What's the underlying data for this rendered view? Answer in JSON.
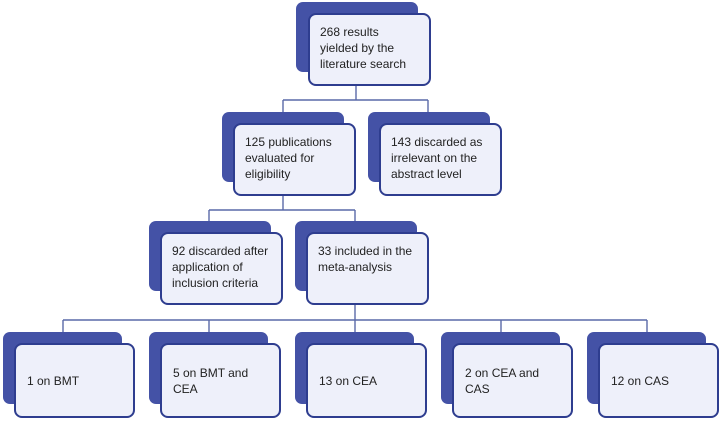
{
  "colors": {
    "shadow": "#4452a6",
    "box_fill": "#eef0fa",
    "box_border": "#2e3d8f",
    "connector": "#5a6aa8"
  },
  "nodes": {
    "search_results": "268 results yielded by the literature search",
    "evaluated": "125 publications evaluated for eligibility",
    "discarded_abstract": "143 discarded as irrelevant on the abstract level",
    "discarded_criteria": "92 discarded after application of inclusion criteria",
    "included": "33 included in the meta-analysis",
    "bmt": "1 on BMT",
    "bmt_cea": "5 on BMT and CEA",
    "cea": "13 on CEA",
    "cea_cas": "2 on CEA and CAS",
    "cas": "12 on CAS"
  }
}
